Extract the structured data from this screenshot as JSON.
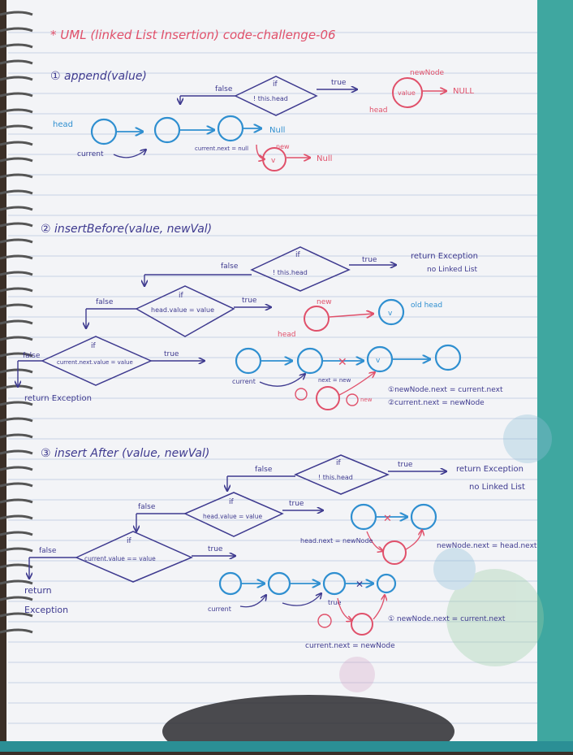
{
  "colors": {
    "ink_purple": "#3e3a8f",
    "ink_blue": "#2f8fd0",
    "ink_pink": "#e0506a",
    "paper": "#f4f4f6",
    "rule": "#c9d3e3"
  },
  "title": "* UML (linked List Insertion) code-challenge-06",
  "section1": {
    "heading": "① append(value)",
    "cond": "! this.head",
    "cond_if": "if",
    "false": "false",
    "true": "true",
    "new_node_label": "newNode",
    "new_node_value": "value",
    "null": "NULL",
    "head": "head",
    "head_left": "head",
    "current": "current",
    "null1": "Null",
    "current_next_null": "current.next = null",
    "new": "new",
    "v": "v",
    "null2": "Null"
  },
  "section2": {
    "heading": "② insertBefore(value, newVal)",
    "cond1_if": "if",
    "cond1": "! this.head",
    "false1": "false",
    "true1": "true",
    "return1": "return Exception",
    "return1b": "no Linked List",
    "cond2_if": "if",
    "cond2": "head.value = value",
    "false2": "false",
    "true2": "true",
    "new": "new",
    "v": "v",
    "old_head": "old head",
    "head": "head",
    "cond3_if": "if",
    "cond3": "current.next.value = value",
    "false3": "false",
    "true3": "true",
    "return3": "return Exception",
    "current": "current",
    "next_label": "next = new",
    "step1": "①newNode.next = current.next",
    "step2": "②current.next = newNode",
    "new_small": "new"
  },
  "section3": {
    "heading": "③ insert After (value, newVal)",
    "cond1_if": "if",
    "cond1": "! this.head",
    "false1": "false",
    "true1": "true",
    "return1": "return Exception",
    "return1b": "no Linked List",
    "cond2_if": "if",
    "cond2": "head.value = value",
    "false2": "false",
    "true2": "true",
    "head_next": "head.next = newNode",
    "newnode_next_head": "newNode.next = head.next",
    "cond3_if": "if",
    "cond3": "current.value == value",
    "false3": "false",
    "true3": "true",
    "return3a": "return",
    "return3b": "Exception",
    "current": "current",
    "true_small": "true",
    "newnode_next_current": "① newNode.next = current.next",
    "current_next_newnode": "current.next = newNode"
  }
}
